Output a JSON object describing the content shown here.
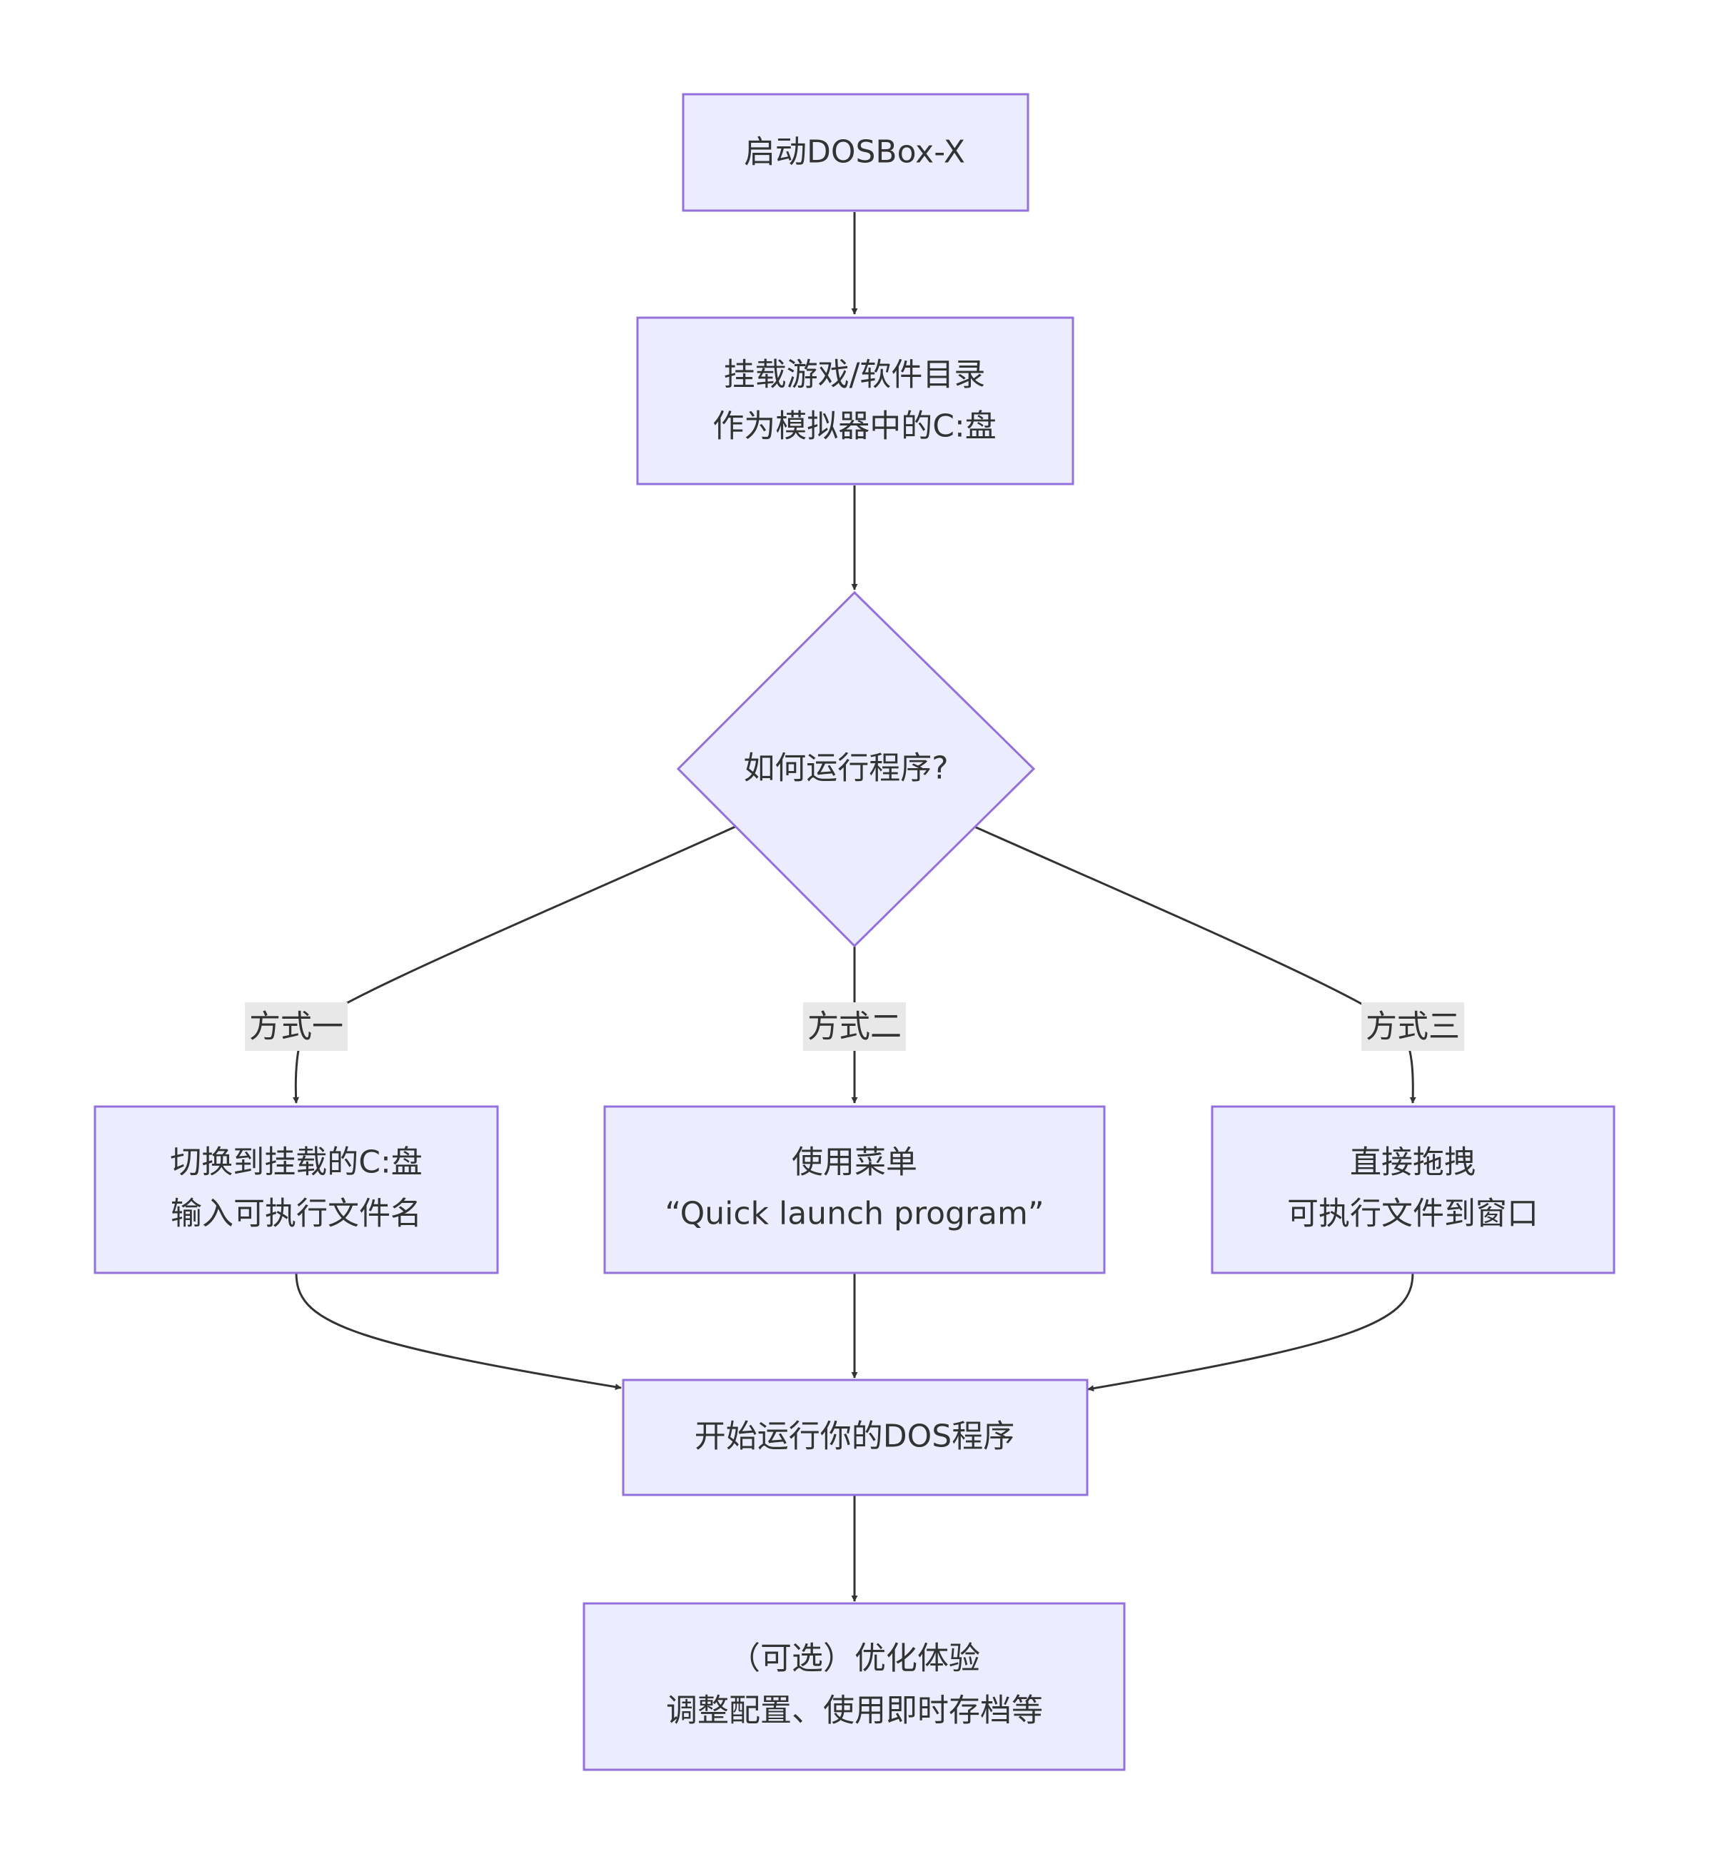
{
  "diagram": {
    "nodes": {
      "start": {
        "lines": [
          "启动DOSBox-X"
        ]
      },
      "mount": {
        "lines": [
          "挂载游戏/软件目录",
          "作为模拟器中的C:盘"
        ]
      },
      "decide": {
        "lines": [
          "如何运行程序?"
        ]
      },
      "way1": {
        "lines": [
          "切换到挂载的C:盘",
          "输入可执行文件名"
        ]
      },
      "way2": {
        "lines": [
          "使用菜单",
          "“Quick launch program”"
        ]
      },
      "way3": {
        "lines": [
          "直接拖拽",
          "可执行文件到窗口"
        ]
      },
      "run": {
        "lines": [
          "开始运行你的DOS程序"
        ]
      },
      "opt": {
        "lines": [
          "（可选）优化体验",
          "调整配置、使用即时存档等"
        ]
      }
    },
    "edge_labels": {
      "way1": "方式一",
      "way2": "方式二",
      "way3": "方式三"
    },
    "colors": {
      "node_fill": "#ECECFF",
      "node_stroke": "#9370DB",
      "edge": "#333333",
      "label_bg": "#E8E8E8"
    }
  }
}
